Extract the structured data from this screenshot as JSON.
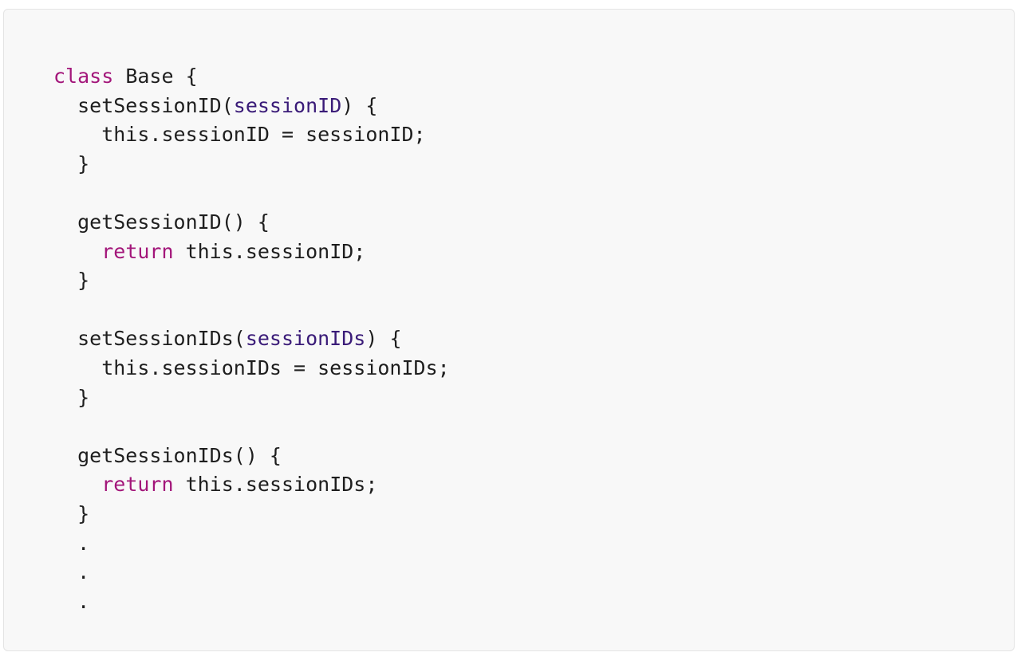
{
  "colors": {
    "background": "#f8f8f8",
    "border": "#e4e4e4",
    "text": "#1e1e1e",
    "keyword": "#a3167a",
    "parameter": "#3a1b78"
  },
  "code": {
    "lines": [
      [
        {
          "t": "kw",
          "text": "class"
        },
        {
          "t": "plain",
          "text": " Base {"
        }
      ],
      [
        {
          "t": "plain",
          "text": "  setSessionID("
        },
        {
          "t": "param",
          "text": "sessionID"
        },
        {
          "t": "plain",
          "text": ") {"
        }
      ],
      [
        {
          "t": "plain",
          "text": "    this.sessionID = sessionID;"
        }
      ],
      [
        {
          "t": "plain",
          "text": "  }"
        }
      ],
      [],
      [
        {
          "t": "plain",
          "text": "  getSessionID() {"
        }
      ],
      [
        {
          "t": "plain",
          "text": "    "
        },
        {
          "t": "kw",
          "text": "return"
        },
        {
          "t": "plain",
          "text": " this.sessionID;"
        }
      ],
      [
        {
          "t": "plain",
          "text": "  }"
        }
      ],
      [],
      [
        {
          "t": "plain",
          "text": "  setSessionIDs("
        },
        {
          "t": "param",
          "text": "sessionIDs"
        },
        {
          "t": "plain",
          "text": ") {"
        }
      ],
      [
        {
          "t": "plain",
          "text": "    this.sessionIDs = sessionIDs;"
        }
      ],
      [
        {
          "t": "plain",
          "text": "  }"
        }
      ],
      [],
      [
        {
          "t": "plain",
          "text": "  getSessionIDs() {"
        }
      ],
      [
        {
          "t": "plain",
          "text": "    "
        },
        {
          "t": "kw",
          "text": "return"
        },
        {
          "t": "plain",
          "text": " this.sessionIDs;"
        }
      ],
      [
        {
          "t": "plain",
          "text": "  }"
        }
      ],
      [
        {
          "t": "plain",
          "text": "  ."
        }
      ],
      [
        {
          "t": "plain",
          "text": "  ."
        }
      ],
      [
        {
          "t": "plain",
          "text": "  ."
        }
      ]
    ]
  }
}
